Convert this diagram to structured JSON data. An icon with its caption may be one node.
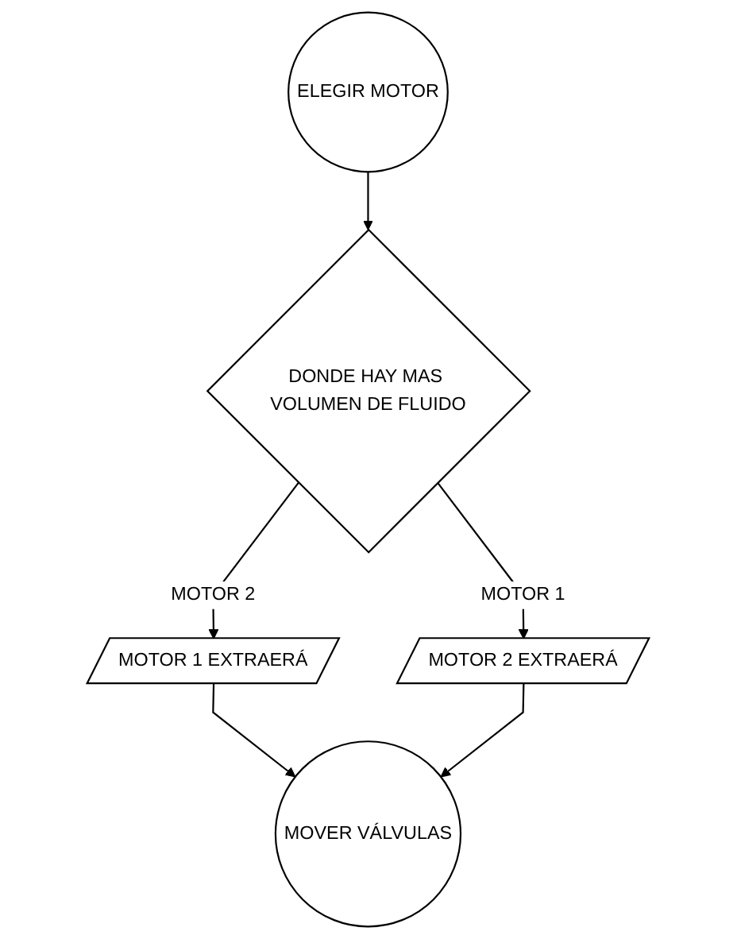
{
  "diagram": {
    "nodes": [
      {
        "text": [
          "ELEGIR MOTOR"
        ]
      },
      {
        "text": [
          "DONDE HAY MAS VOLUMEN DE FLUIDO"
        ]
      },
      {
        "text": [
          "MOTOR 1 EXTRAERÁ"
        ]
      },
      {
        "text": [
          "MOTOR 2 EXTRAERÁ"
        ]
      },
      {
        "text": [
          "MOVER VÁLVULAS"
        ]
      }
    ],
    "edges": [
      {
        "from": 0,
        "to": 1,
        "arrow": "to"
      },
      {
        "from": 1,
        "to": 2,
        "label": "MOTOR 2",
        "arrow": "to"
      },
      {
        "from": 1,
        "to": 3,
        "label": "MOTOR 1",
        "arrow": "to"
      },
      {
        "from": 2,
        "to": 4,
        "arrow": "to"
      },
      {
        "from": 3,
        "to": 4,
        "arrow": "to"
      }
    ]
  }
}
